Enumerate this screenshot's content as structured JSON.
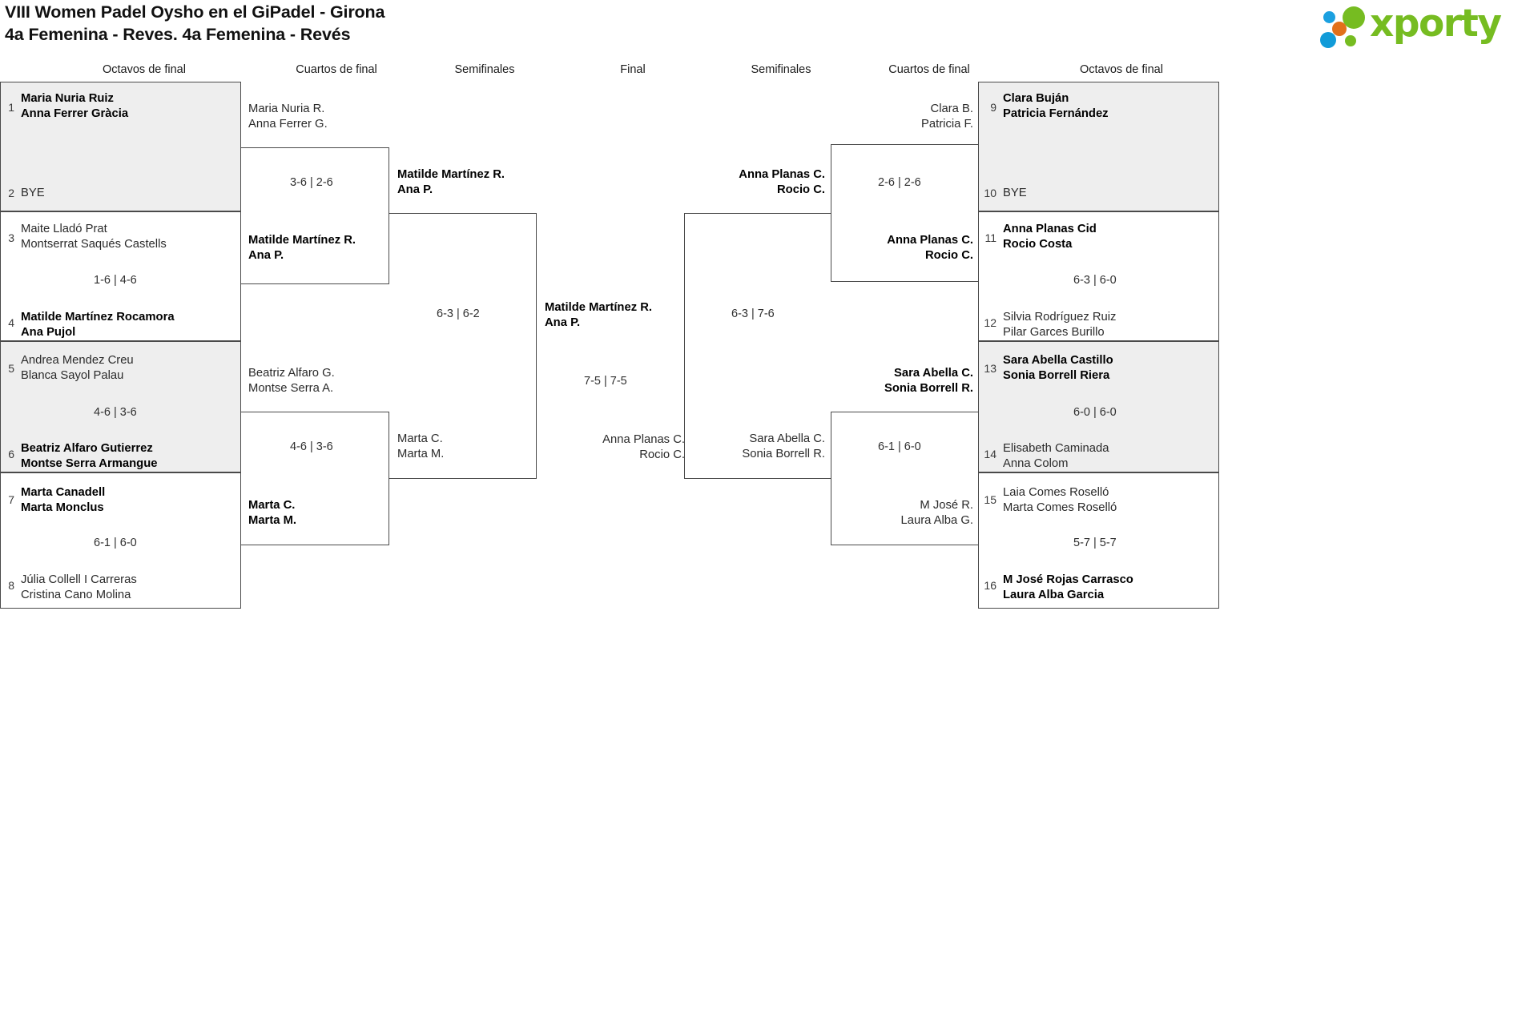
{
  "header": {
    "title_line1": "VIII Women Padel Oysho en el GiPadel - Girona",
    "title_line2": "4a Femenina - Reves. 4a Femenina - Revés",
    "logo_text": "xporty",
    "logo_colors": {
      "green": "#76bc21",
      "blue": "#1ba0e0",
      "orange": "#e2701a"
    }
  },
  "round_headers": {
    "r16_left": "Octavos de final",
    "qf_left": "Cuartos de final",
    "sf_left": "Semifinales",
    "final": "Final",
    "sf_right": "Semifinales",
    "qf_right": "Cuartos de final",
    "r16_right": "Octavos de final"
  },
  "bracket": {
    "left_r16": [
      {
        "seed": "1",
        "line1": "Maria Nuria Ruiz",
        "line2": "Anna Ferrer Gràcia",
        "winner": true,
        "shaded": true
      },
      {
        "seed": "2",
        "line1": "BYE",
        "line2": "",
        "winner": false,
        "shaded": true
      },
      {
        "seed": "3",
        "line1": "Maite Lladó Prat",
        "line2": "Montserrat Saqués Castells",
        "winner": false,
        "shaded": false
      },
      {
        "seed": "4",
        "line1": "Matilde Martínez Rocamora",
        "line2": "Ana Pujol",
        "winner": true,
        "shaded": false
      },
      {
        "seed": "5",
        "line1": "Andrea Mendez Creu",
        "line2": "Blanca Sayol Palau",
        "winner": false,
        "shaded": true
      },
      {
        "seed": "6",
        "line1": "Beatriz Alfaro Gutierrez",
        "line2": "Montse Serra Armangue",
        "winner": true,
        "shaded": true
      },
      {
        "seed": "7",
        "line1": "Marta Canadell",
        "line2": "Marta Monclus",
        "winner": true,
        "shaded": false
      },
      {
        "seed": "8",
        "line1": "Júlia Collell I Carreras",
        "line2": "Cristina Cano Molina",
        "winner": false,
        "shaded": false
      }
    ],
    "left_r16_scores": [
      "",
      "1-6 | 4-6",
      "4-6 | 3-6",
      "6-1 | 6-0"
    ],
    "left_qf": [
      {
        "line1": "Maria Nuria R.",
        "line2": "Anna Ferrer G.",
        "winner": false
      },
      {
        "line1": "Matilde Martínez R.",
        "line2": "Ana P.",
        "winner": true
      },
      {
        "line1": "Beatriz Alfaro G.",
        "line2": "Montse Serra A.",
        "winner": false
      },
      {
        "line1": "Marta C.",
        "line2": "Marta M.",
        "winner": true
      }
    ],
    "left_qf_scores": [
      "3-6 | 2-6",
      "4-6 | 3-6"
    ],
    "left_sf": [
      {
        "line1": "Matilde Martínez R.",
        "line2": "Ana P.",
        "winner": true
      },
      {
        "line1": "Marta C.",
        "line2": "Marta M.",
        "winner": false
      }
    ],
    "left_sf_score": "6-3 | 6-2",
    "final": {
      "left": {
        "line1": "Matilde Martínez R.",
        "line2": "Ana P.",
        "winner": true
      },
      "right": {
        "line1": "Anna Planas C.",
        "line2": "Rocio C.",
        "winner": false
      },
      "score": "7-5 | 7-5"
    },
    "right_sf": [
      {
        "line1": "Anna Planas C.",
        "line2": "Rocio C.",
        "winner": true
      },
      {
        "line1": "Sara Abella C.",
        "line2": "Sonia Borrell R.",
        "winner": false
      }
    ],
    "right_sf_score": "6-3 | 7-6",
    "right_qf": [
      {
        "line1": "Clara B.",
        "line2": "Patricia F.",
        "winner": false
      },
      {
        "line1": "Anna Planas C.",
        "line2": "Rocio C.",
        "winner": true
      },
      {
        "line1": "Sara Abella C.",
        "line2": "Sonia Borrell R.",
        "winner": true
      },
      {
        "line1": "M José R.",
        "line2": "Laura Alba G.",
        "winner": false
      }
    ],
    "right_qf_scores": [
      "2-6 | 2-6",
      "6-1 | 6-0"
    ],
    "right_r16": [
      {
        "seed": "9",
        "line1": "Clara Buján",
        "line2": "Patricia Fernández",
        "winner": true,
        "shaded": true
      },
      {
        "seed": "10",
        "line1": "BYE",
        "line2": "",
        "winner": false,
        "shaded": true
      },
      {
        "seed": "11",
        "line1": "Anna Planas Cid",
        "line2": "Rocio Costa",
        "winner": true,
        "shaded": false
      },
      {
        "seed": "12",
        "line1": "Silvia Rodríguez Ruiz",
        "line2": "Pilar Garces Burillo",
        "winner": false,
        "shaded": false
      },
      {
        "seed": "13",
        "line1": "Sara Abella Castillo",
        "line2": "Sonia Borrell Riera",
        "winner": true,
        "shaded": true
      },
      {
        "seed": "14",
        "line1": "Elisabeth Caminada",
        "line2": "Anna Colom",
        "winner": false,
        "shaded": true
      },
      {
        "seed": "15",
        "line1": "Laia Comes Roselló",
        "line2": "Marta Comes Roselló",
        "winner": false,
        "shaded": false
      },
      {
        "seed": "16",
        "line1": "M José Rojas Carrasco",
        "line2": "Laura Alba Garcia",
        "winner": true,
        "shaded": false
      }
    ],
    "right_r16_scores": [
      "",
      "6-3 | 6-0",
      "6-0 | 6-0",
      "5-7 | 5-7"
    ]
  }
}
